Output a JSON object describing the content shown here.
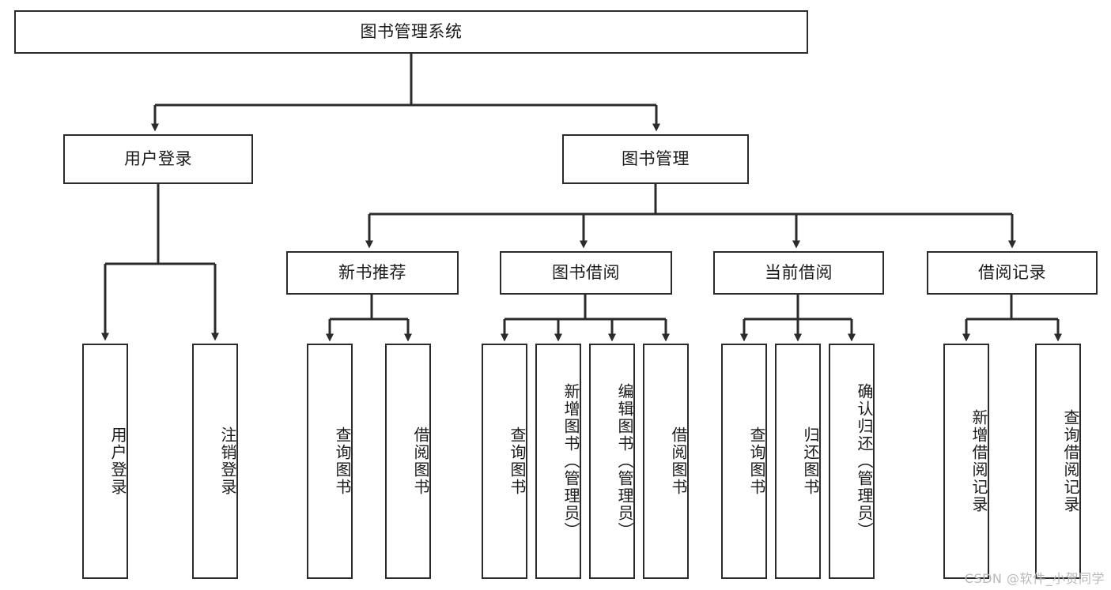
{
  "diagram": {
    "title": "图书管理系统",
    "type": "tree",
    "watermark": "CSDN @软件_小贺同学",
    "colors": {
      "stroke": "#2b2b2b",
      "fill": "#ffffff",
      "text": "#1b1b1b",
      "watermark": "#b9b9b9"
    },
    "root": {
      "label": "图书管理系统"
    },
    "level2": [
      {
        "label": "用户登录"
      },
      {
        "label": "图书管理"
      }
    ],
    "level3": [
      {
        "label": "新书推荐"
      },
      {
        "label": "图书借阅"
      },
      {
        "label": "当前借阅"
      },
      {
        "label": "借阅记录"
      }
    ],
    "leaves": {
      "user_login": [
        {
          "label": "用户登录"
        },
        {
          "label": "注销登录"
        }
      ],
      "new_book": [
        {
          "label": "查询图书"
        },
        {
          "label": "借阅图书"
        }
      ],
      "borrow_book": [
        {
          "label": "查询图书"
        },
        {
          "label": "新增图书（管理员）"
        },
        {
          "label": "编辑图书（管理员）"
        },
        {
          "label": "借阅图书"
        }
      ],
      "current_borrow": [
        {
          "label": "查询图书"
        },
        {
          "label": "归还图书"
        },
        {
          "label": "确认归还（管理员）"
        }
      ],
      "borrow_record": [
        {
          "label": "新增借阅记录"
        },
        {
          "label": "查询借阅记录"
        }
      ]
    }
  }
}
